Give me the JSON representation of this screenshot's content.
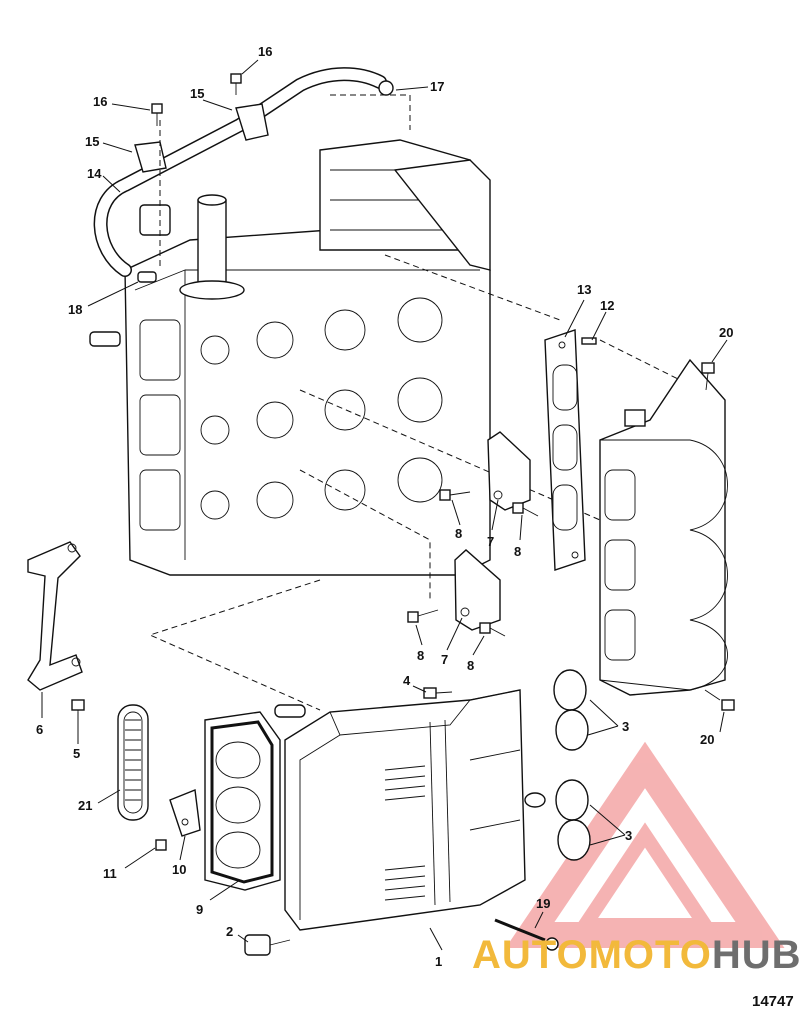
{
  "diagram": {
    "figure_number": "14747",
    "callouts": {
      "c1": "1",
      "c2": "2",
      "c3a": "3",
      "c3b": "3",
      "c4": "4",
      "c5": "5",
      "c6": "6",
      "c7a": "7",
      "c7b": "7",
      "c8a": "8",
      "c8b": "8",
      "c8c": "8",
      "c8d": "8",
      "c9": "9",
      "c10": "10",
      "c11": "11",
      "c12": "12",
      "c13": "13",
      "c14": "14",
      "c15a": "15",
      "c15b": "15",
      "c16a": "16",
      "c16b": "16",
      "c17": "17",
      "c18": "18",
      "c19": "19",
      "c20a": "20",
      "c20b": "20",
      "c21": "21"
    }
  },
  "watermark": {
    "text_auto": "AUTOMOTO",
    "text_hub": "HUB",
    "color_auto": "#f2b93b",
    "color_hub": "#6e6e6e",
    "logo_color": "#f4a6a6"
  }
}
